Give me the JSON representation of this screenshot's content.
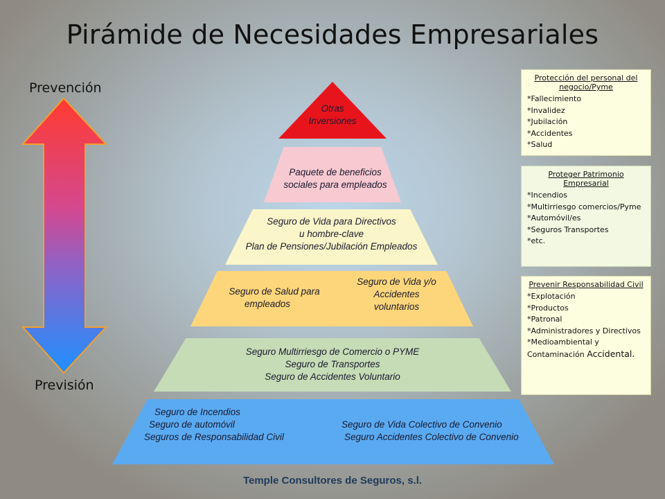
{
  "title": "Pirámide de Necesidades Empresariales",
  "side": {
    "top": "Prevención",
    "bottom": "Previsión"
  },
  "colors": {
    "tier1": "#e8141c",
    "tier2": "#f7c9d1",
    "tier3": "#fbf6c9",
    "tier4": "#fdd67b",
    "tier5": "#c5dcb6",
    "tier6": "#5aaaf2",
    "arrow_top": "#ff3b2f",
    "arrow_bottom": "#1e90ff"
  },
  "pyramid": {
    "tier1": {
      "lines": [
        "Otras",
        "Inversiones"
      ]
    },
    "tier2": {
      "lines": [
        "Paquete de beneficios",
        "sociales para empleados"
      ]
    },
    "tier3": {
      "lines": [
        "Seguro de Vida para Directivos",
        "u hombre-clave",
        "Plan de Pensiones/Jubilación Empleados"
      ]
    },
    "tier4": {
      "left": [
        "Seguro de Salud para",
        "empleados"
      ],
      "right": [
        "Seguro de Vida y/o",
        "Accidentes",
        "voluntarios"
      ]
    },
    "tier5": {
      "lines": [
        "Seguro Multirriesgo de Comercio o PYME",
        "Seguro de Transportes",
        "Seguro de Accidentes Voluntario"
      ]
    },
    "tier6": {
      "left": [
        "Seguro de  Incendios",
        "Seguro de automóvil",
        "Seguros de Responsabilidad Civil"
      ],
      "right": [
        "Seguro de Vida Colectivo de  Convenio",
        "Seguro Accidentes Colectivo de  Convenio"
      ]
    }
  },
  "boxes": [
    {
      "title": "Protección del personal del negocio/Pyme",
      "items": [
        "*Fallecimiento",
        "*Invalidez",
        "*Jubilación",
        "*Accidentes",
        "*Salud"
      ]
    },
    {
      "title": "Proteger Patrimonio Empresarial",
      "items": [
        "*Incendios",
        "*Multirriesgo comercios/Pyme",
        "*Automóvil/es",
        "*Seguros Transportes",
        "*etc."
      ]
    },
    {
      "title": "Prevenir Responsabilidad Civil",
      "items": [
        "*Explotación",
        "*Productos",
        "*Patronal",
        "*Administradores y Directivos",
        "*Medioambiental y Contaminación"
      ],
      "tail": "Accidental."
    }
  ],
  "footer": "Temple Consultores de Seguros, s.l."
}
